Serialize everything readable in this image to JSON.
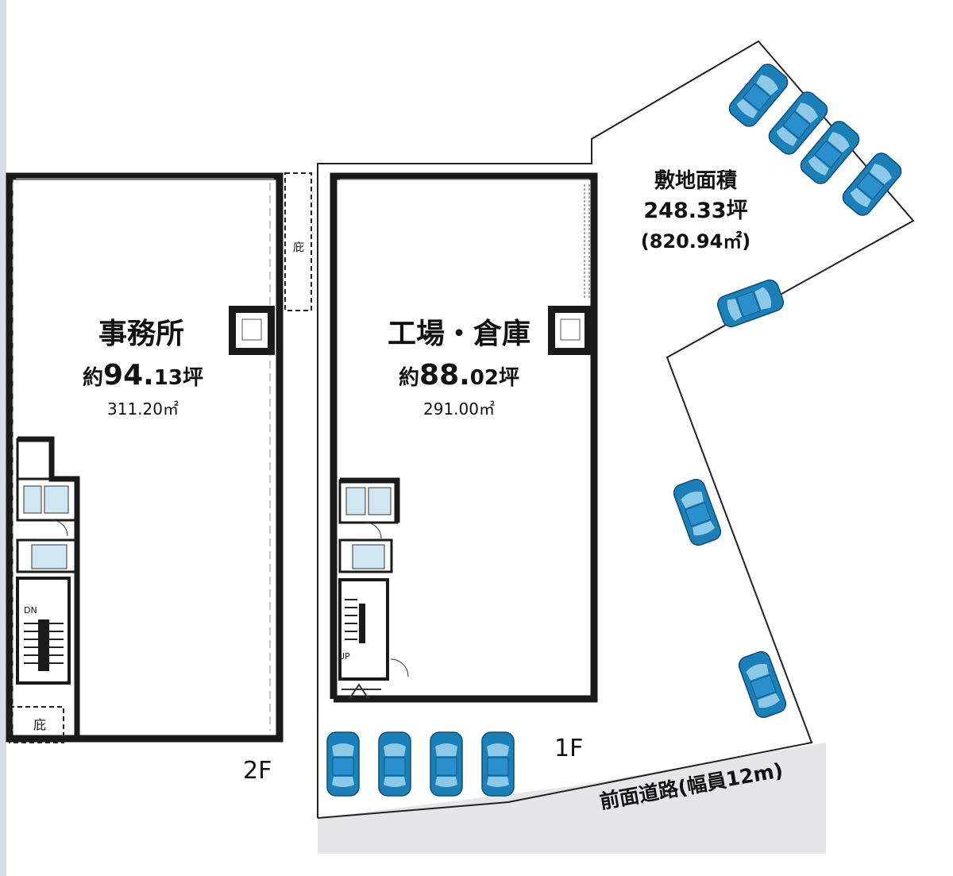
{
  "floor2": {
    "label": "2F",
    "room": {
      "name": "事務所",
      "area_prefix": "約",
      "area_big": "94.",
      "area_small": "13",
      "area_unit": "坪",
      "area_m2": "311.20㎡"
    },
    "eave_top": "庇",
    "eave_bottom": "庇",
    "stair_label": "DN"
  },
  "floor1": {
    "label": "1F",
    "room": {
      "name": "工場・倉庫",
      "area_prefix": "約",
      "area_big": "88.",
      "area_small": "02",
      "area_unit": "坪",
      "area_m2": "291.00㎡"
    },
    "stair_label": "UP"
  },
  "site": {
    "title": "敷地面積",
    "area_tsubo": "248.33坪",
    "area_m2": "(820.94㎡)"
  },
  "road": {
    "label": "前面道路(幅員12m)"
  },
  "colors": {
    "car": "#1b7fb8",
    "car_window": "#8cc9e8",
    "road": "#e4e6e8",
    "wall": "#1a1a1a"
  }
}
